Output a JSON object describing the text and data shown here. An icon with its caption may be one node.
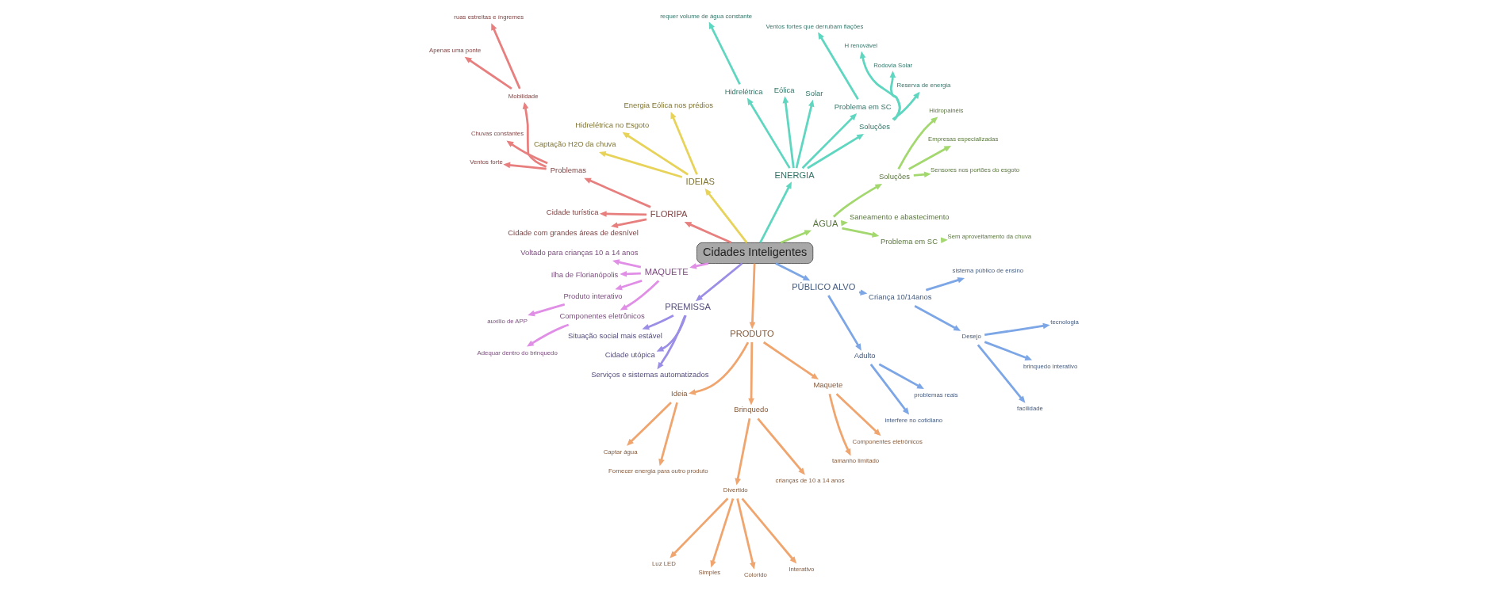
{
  "diagram": {
    "nodes": [
      {
        "text": [
          "Cidades Inteligentes"
        ]
      },
      {
        "text": [
          "ÁGUA"
        ]
      },
      {
        "text": [
          "Problema em SC"
        ]
      },
      {
        "text": [
          "Sem aproveitamento da chuva"
        ]
      },
      {
        "text": [
          "Saneamento e abastecimento"
        ]
      },
      {
        "text": [
          "Soluções"
        ]
      },
      {
        "text": [
          "Sensores nos portões do esgoto"
        ]
      },
      {
        "text": [
          "Empresas especializadas"
        ]
      },
      {
        "text": [
          "Hidropainéis"
        ]
      },
      {
        "text": [
          "ENERGIA"
        ]
      },
      {
        "text": [
          "Soluções"
        ]
      },
      {
        "text": [
          "Reserva de energia"
        ]
      },
      {
        "text": [
          "Rodovia Solar"
        ]
      },
      {
        "text": [
          "H renovável"
        ]
      },
      {
        "text": [
          "Problema em SC"
        ]
      },
      {
        "text": [
          "Ventos fortes que derrubam fiações"
        ]
      },
      {
        "text": [
          "Solar"
        ]
      },
      {
        "text": [
          "Eólica"
        ]
      },
      {
        "text": [
          "Hidrelétrica"
        ]
      },
      {
        "text": [
          "requer volume de água constante"
        ]
      },
      {
        "text": [
          "IDEIAS"
        ]
      },
      {
        "text": [
          "Energia Eólica nos prédios"
        ]
      },
      {
        "text": [
          "Hidrelétrica no Esgoto"
        ]
      },
      {
        "text": [
          "Captação H2O da chuva"
        ]
      },
      {
        "text": [
          "FLORIPA"
        ]
      },
      {
        "text": [
          "Problemas"
        ]
      },
      {
        "text": [
          "Mobilidade"
        ]
      },
      {
        "text": [
          "ruas estreitas e íngremes"
        ]
      },
      {
        "text": [
          "Apenas uma ponte"
        ]
      },
      {
        "text": [
          "Chuvas constantes"
        ]
      },
      {
        "text": [
          "Ventos forte"
        ]
      },
      {
        "text": [
          "Cidade turística"
        ]
      },
      {
        "text": [
          "Cidade com grandes áreas de desnível"
        ]
      },
      {
        "text": [
          "MAQUETE"
        ]
      },
      {
        "text": [
          "Voltado para crianças 10 a 14 anos"
        ]
      },
      {
        "text": [
          "Ilha de Florianópolis"
        ]
      },
      {
        "text": [
          "Produto interativo"
        ]
      },
      {
        "text": [
          "auxílio de APP"
        ]
      },
      {
        "text": [
          "Componentes eletrônicos"
        ]
      },
      {
        "text": [
          "Adequar dentro do brinquedo"
        ]
      },
      {
        "text": [
          "PREMISSA"
        ]
      },
      {
        "text": [
          "Situação social mais estável"
        ]
      },
      {
        "text": [
          "Cidade utópica"
        ]
      },
      {
        "text": [
          "Serviços e sistemas automatizados"
        ]
      },
      {
        "text": [
          "PRODUTO"
        ]
      },
      {
        "text": [
          "Ideia"
        ]
      },
      {
        "text": [
          "Captar água"
        ]
      },
      {
        "text": [
          "Fornecer energia para outro produto"
        ]
      },
      {
        "text": [
          "Brinquedo"
        ]
      },
      {
        "text": [
          "Divertido"
        ]
      },
      {
        "text": [
          "Luz LED"
        ]
      },
      {
        "text": [
          "Simples"
        ]
      },
      {
        "text": [
          "Colorido"
        ]
      },
      {
        "text": [
          "Interativo"
        ]
      },
      {
        "text": [
          "crianças de 10 a 14 anos"
        ]
      },
      {
        "text": [
          "Maquete"
        ]
      },
      {
        "text": [
          "tamanho limitado"
        ]
      },
      {
        "text": [
          "Componentes eletrônicos"
        ]
      },
      {
        "text": [
          "PÚBLICO ALVO"
        ]
      },
      {
        "text": [
          "Adulto"
        ]
      },
      {
        "text": [
          "interfere no cotidiano"
        ]
      },
      {
        "text": [
          "problemas reais"
        ]
      },
      {
        "text": [
          "Criança 10/14anos"
        ]
      },
      {
        "text": [
          "Desejo"
        ]
      },
      {
        "text": [
          "facilidade"
        ]
      },
      {
        "text": [
          "brinquedo interativo"
        ]
      },
      {
        "text": [
          "tecnologia"
        ]
      },
      {
        "text": [
          "sistema público de ensino"
        ]
      }
    ],
    "edges": [
      {
        "from": 0,
        "to": 1,
        "arrow": "to",
        "color": "#a3d86f"
      },
      {
        "from": 1,
        "to": 2,
        "arrow": "to",
        "color": "#a3d86f"
      },
      {
        "from": 2,
        "to": 3,
        "arrow": "to",
        "color": "#a3d86f"
      },
      {
        "from": 1,
        "to": 4,
        "arrow": "to",
        "color": "#a3d86f"
      },
      {
        "from": 1,
        "to": 5,
        "arrow": "to",
        "color": "#a3d86f"
      },
      {
        "from": 5,
        "to": 6,
        "arrow": "to",
        "color": "#a3d86f"
      },
      {
        "from": 5,
        "to": 7,
        "arrow": "to",
        "color": "#a3d86f"
      },
      {
        "from": 5,
        "to": 8,
        "arrow": "to",
        "color": "#a3d86f"
      },
      {
        "from": 0,
        "to": 9,
        "arrow": "to",
        "color": "#5fd6c0"
      },
      {
        "from": 9,
        "to": 10,
        "arrow": "to",
        "color": "#5fd6c0"
      },
      {
        "from": 10,
        "to": 11,
        "arrow": "to",
        "color": "#5fd6c0"
      },
      {
        "from": 10,
        "to": 12,
        "arrow": "to",
        "color": "#5fd6c0"
      },
      {
        "from": 10,
        "to": 13,
        "arrow": "to",
        "color": "#5fd6c0"
      },
      {
        "from": 9,
        "to": 14,
        "arrow": "to",
        "color": "#5fd6c0"
      },
      {
        "from": 14,
        "to": 15,
        "arrow": "to",
        "color": "#5fd6c0"
      },
      {
        "from": 9,
        "to": 16,
        "arrow": "to",
        "color": "#5fd6c0"
      },
      {
        "from": 9,
        "to": 17,
        "arrow": "to",
        "color": "#5fd6c0"
      },
      {
        "from": 9,
        "to": 18,
        "arrow": "to",
        "color": "#5fd6c0"
      },
      {
        "from": 18,
        "to": 19,
        "arrow": "to",
        "color": "#5fd6c0"
      },
      {
        "from": 0,
        "to": 20,
        "arrow": "to",
        "color": "#e8d35a"
      },
      {
        "from": 20,
        "to": 21,
        "arrow": "to",
        "color": "#e8d35a"
      },
      {
        "from": 20,
        "to": 22,
        "arrow": "to",
        "color": "#e8d35a"
      },
      {
        "from": 20,
        "to": 23,
        "arrow": "to",
        "color": "#e8d35a"
      },
      {
        "from": 0,
        "to": 24,
        "arrow": "to",
        "color": "#e87f7f"
      },
      {
        "from": 24,
        "to": 25,
        "arrow": "to",
        "color": "#e87f7f"
      },
      {
        "from": 25,
        "to": 26,
        "arrow": "to",
        "color": "#e87f7f"
      },
      {
        "from": 26,
        "to": 27,
        "arrow": "to",
        "color": "#e87f7f"
      },
      {
        "from": 26,
        "to": 28,
        "arrow": "to",
        "color": "#e87f7f"
      },
      {
        "from": 25,
        "to": 29,
        "arrow": "to",
        "color": "#e87f7f"
      },
      {
        "from": 25,
        "to": 30,
        "arrow": "to",
        "color": "#e87f7f"
      },
      {
        "from": 24,
        "to": 31,
        "arrow": "to",
        "color": "#e87f7f"
      },
      {
        "from": 24,
        "to": 32,
        "arrow": "to",
        "color": "#e87f7f"
      },
      {
        "from": 0,
        "to": 33,
        "arrow": "to",
        "color": "#e08ee6"
      },
      {
        "from": 33,
        "to": 34,
        "arrow": "to",
        "color": "#e08ee6"
      },
      {
        "from": 33,
        "to": 35,
        "arrow": "to",
        "color": "#e08ee6"
      },
      {
        "from": 33,
        "to": 36,
        "arrow": "to",
        "color": "#e08ee6"
      },
      {
        "from": 36,
        "to": 37,
        "arrow": "to",
        "color": "#e08ee6"
      },
      {
        "from": 33,
        "to": 38,
        "arrow": "to",
        "color": "#e08ee6"
      },
      {
        "from": 38,
        "to": 39,
        "arrow": "to",
        "color": "#e08ee6"
      },
      {
        "from": 0,
        "to": 40,
        "arrow": "to",
        "color": "#9a8ee6"
      },
      {
        "from": 40,
        "to": 41,
        "arrow": "to",
        "color": "#9a8ee6"
      },
      {
        "from": 40,
        "to": 42,
        "arrow": "to",
        "color": "#9a8ee6"
      },
      {
        "from": 40,
        "to": 43,
        "arrow": "to",
        "color": "#9a8ee6"
      },
      {
        "from": 0,
        "to": 44,
        "arrow": "to",
        "color": "#f0a56e"
      },
      {
        "from": 44,
        "to": 45,
        "arrow": "to",
        "color": "#f0a56e"
      },
      {
        "from": 45,
        "to": 46,
        "arrow": "to",
        "color": "#f0a56e"
      },
      {
        "from": 45,
        "to": 47,
        "arrow": "to",
        "color": "#f0a56e"
      },
      {
        "from": 44,
        "to": 48,
        "arrow": "to",
        "color": "#f0a56e"
      },
      {
        "from": 48,
        "to": 49,
        "arrow": "to",
        "color": "#f0a56e"
      },
      {
        "from": 49,
        "to": 50,
        "arrow": "to",
        "color": "#f0a56e"
      },
      {
        "from": 49,
        "to": 51,
        "arrow": "to",
        "color": "#f0a56e"
      },
      {
        "from": 49,
        "to": 52,
        "arrow": "to",
        "color": "#f0a56e"
      },
      {
        "from": 49,
        "to": 53,
        "arrow": "to",
        "color": "#f0a56e"
      },
      {
        "from": 48,
        "to": 54,
        "arrow": "to",
        "color": "#f0a56e"
      },
      {
        "from": 44,
        "to": 55,
        "arrow": "to",
        "color": "#f0a56e"
      },
      {
        "from": 55,
        "to": 56,
        "arrow": "to",
        "color": "#f0a56e"
      },
      {
        "from": 55,
        "to": 57,
        "arrow": "to",
        "color": "#f0a56e"
      },
      {
        "from": 0,
        "to": 58,
        "arrow": "to",
        "color": "#7ca6e6"
      },
      {
        "from": 58,
        "to": 59,
        "arrow": "to",
        "color": "#7ca6e6"
      },
      {
        "from": 59,
        "to": 60,
        "arrow": "to",
        "color": "#7ca6e6"
      },
      {
        "from": 59,
        "to": 61,
        "arrow": "to",
        "color": "#7ca6e6"
      },
      {
        "from": 58,
        "to": 62,
        "arrow": "to",
        "color": "#7ca6e6"
      },
      {
        "from": 62,
        "to": 63,
        "arrow": "to",
        "color": "#7ca6e6"
      },
      {
        "from": 63,
        "to": 64,
        "arrow": "to",
        "color": "#7ca6e6"
      },
      {
        "from": 63,
        "to": 65,
        "arrow": "to",
        "color": "#7ca6e6"
      },
      {
        "from": 63,
        "to": 66,
        "arrow": "to",
        "color": "#7ca6e6"
      },
      {
        "from": 62,
        "to": 67,
        "arrow": "to",
        "color": "#7ca6e6"
      }
    ]
  }
}
